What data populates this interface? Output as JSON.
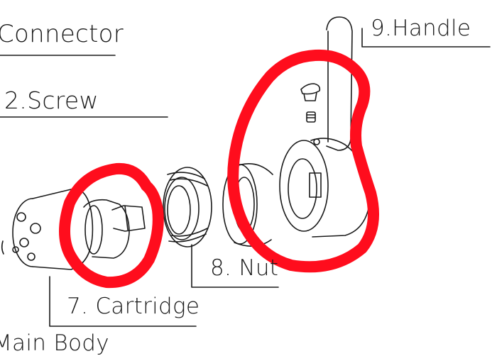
{
  "labels": {
    "connector": "Connector",
    "screw": "2.Screw",
    "handle": "9.Handle",
    "nut": "8. Nut",
    "cartridge": "7. Cartridge",
    "body": "Main Body"
  },
  "colors": {
    "line": "#1a1a1a",
    "highlight": "#ff0d1d",
    "background": "#ffffff"
  }
}
